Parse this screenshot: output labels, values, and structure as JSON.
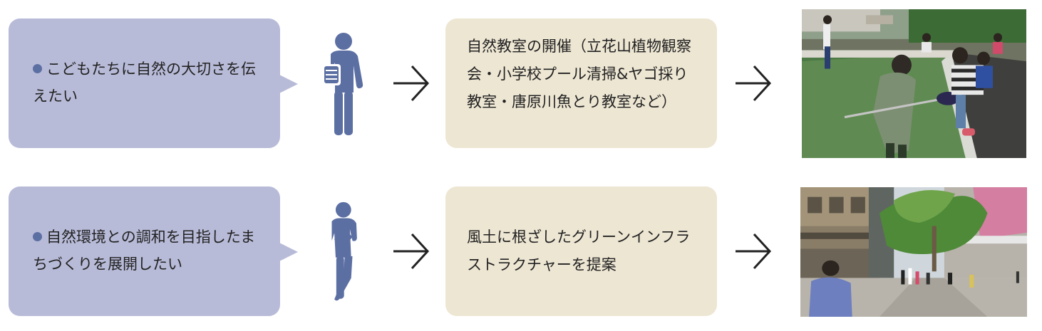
{
  "rows": [
    {
      "wish": "こどもたちに自然の大切さを伝えたい",
      "action": "自然教室の開催（立花山植物観察会・小学校プール清掃&ヤゴ採り教室・唐原川魚とり教室など）"
    },
    {
      "wish": "自然環境との調和を目指したまちづくりを展開したい",
      "action": "風土に根ざしたグリーンインフラストラクチャーを提案"
    }
  ],
  "colors": {
    "wish_box": "#b8bbd8",
    "action_box": "#ede6d3",
    "person": "#5c6fa3",
    "arrow": "#222222"
  },
  "icons": [
    "person-holding-document-icon",
    "person-thinking-icon",
    "arrow-right-icon"
  ]
}
